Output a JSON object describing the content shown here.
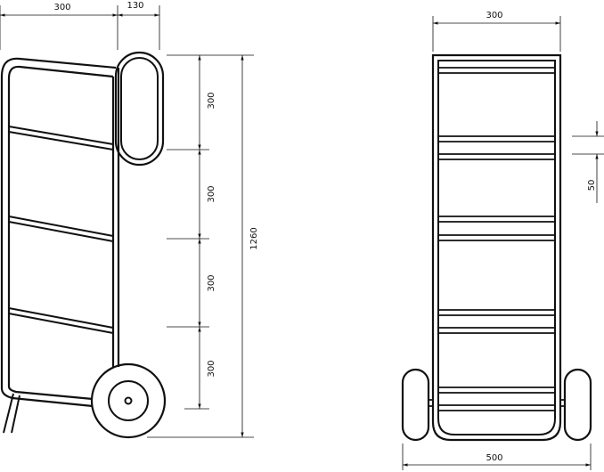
{
  "side_view": {
    "dim_top_frame": "300",
    "dim_top_handle": "130",
    "dim_seg_1": "300",
    "dim_seg_2": "300",
    "dim_seg_3": "300",
    "dim_seg_4": "300",
    "dim_total_height": "1260"
  },
  "front_view": {
    "dim_top_width": "300",
    "dim_bar_spacing": "50",
    "dim_bottom_width": "500"
  }
}
